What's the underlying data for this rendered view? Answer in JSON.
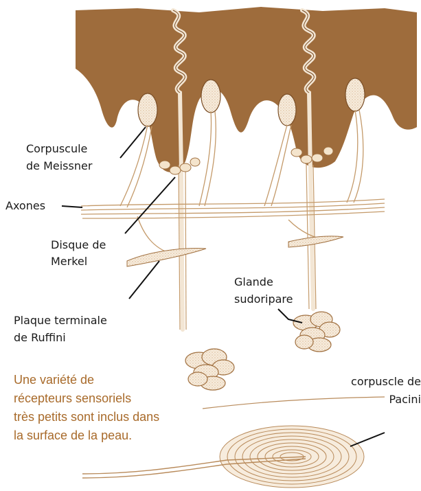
{
  "labels": {
    "meissner_line1": "Corpuscule",
    "meissner_line2": "de Meissner",
    "axones": "Axones",
    "merkel_line1": "Disque de",
    "merkel_line2": "Merkel",
    "ruffini_line1": "Plaque terminale",
    "ruffini_line2": "de Ruffini",
    "glande_line1": "Glande",
    "glande_line2": "sudoripare",
    "pacini_line1": "corpuscle de",
    "pacini_line2": "Pacini"
  },
  "caption": {
    "line1": "Une variété de",
    "line2": "récepteurs sensoriels",
    "line3": "très petits sont inclus dans",
    "line4": "la surface de la peau."
  },
  "colors": {
    "epidermis": "#9a6a3a",
    "tissue_line": "#b88a5a",
    "fill_light": "#f6ebdc",
    "caption": "#a86a2a"
  }
}
